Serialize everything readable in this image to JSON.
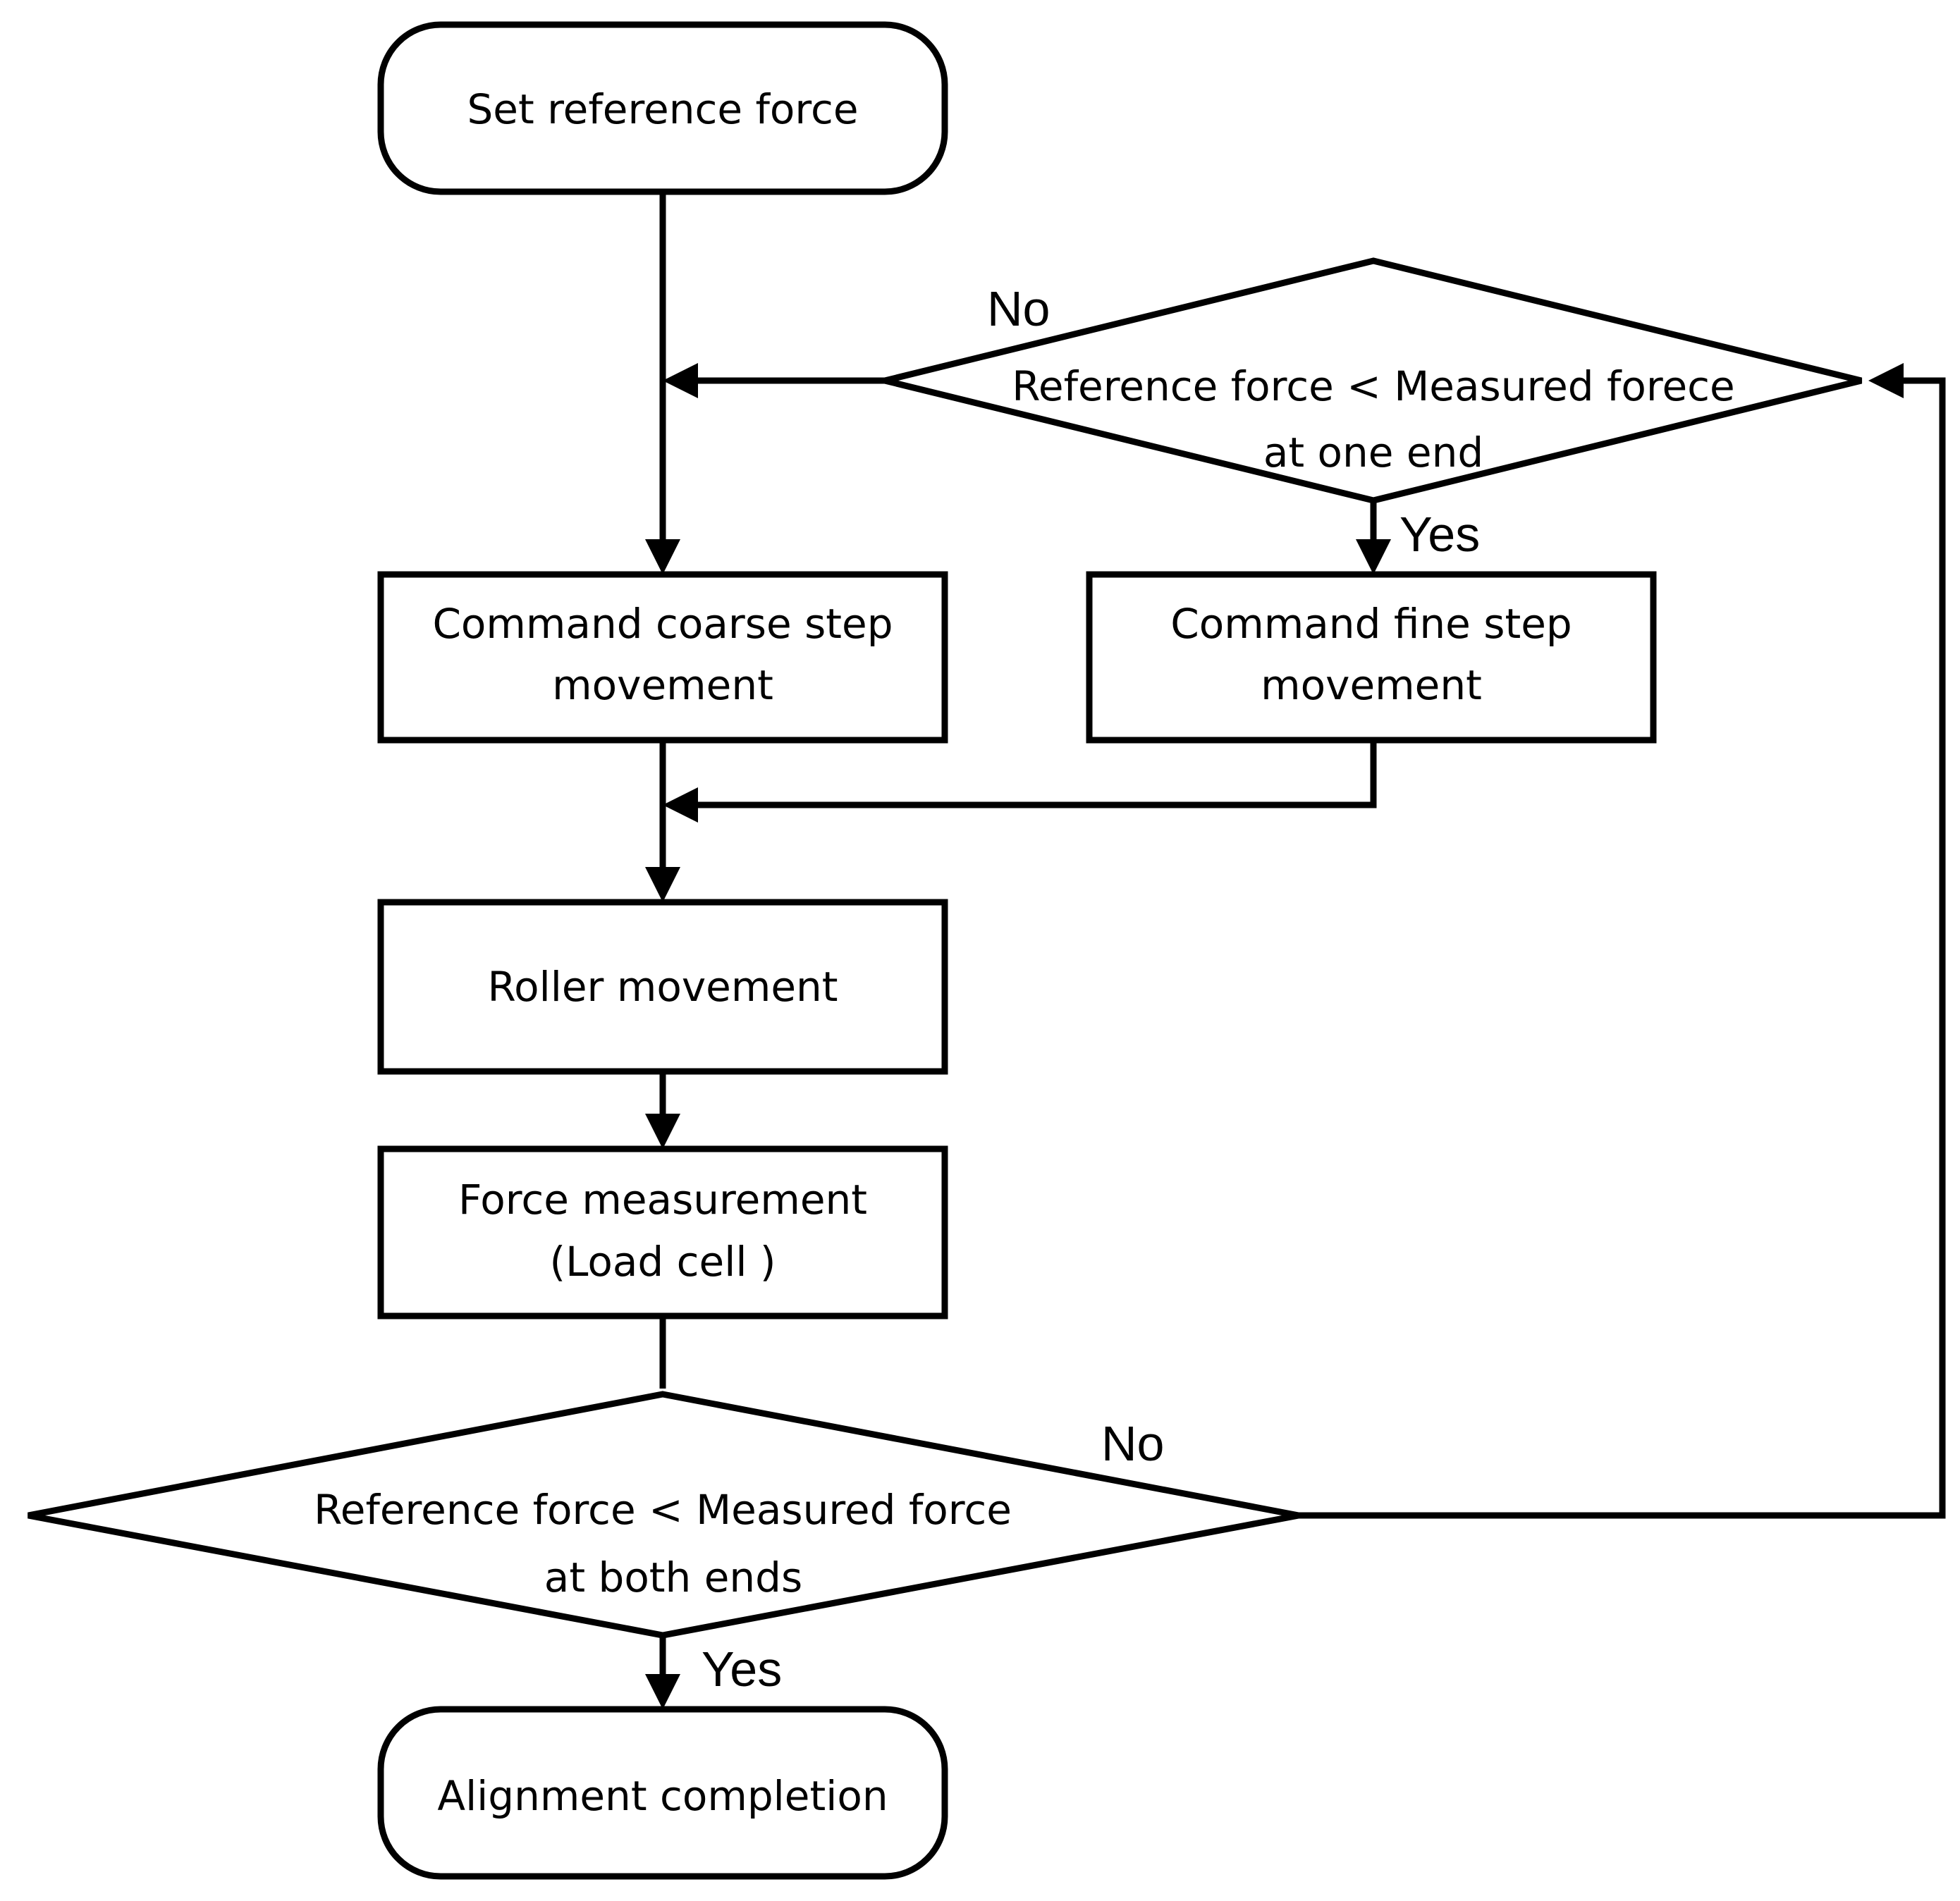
{
  "nodes": {
    "start": {
      "label": "Set reference force"
    },
    "decision_one_end": {
      "line1": "Reference force < Measured forece",
      "line2": "at one end"
    },
    "coarse": {
      "line1": "Command coarse step",
      "line2": "movement"
    },
    "fine": {
      "line1": "Command fine step",
      "line2": "movement"
    },
    "roller": {
      "label": "Roller movement"
    },
    "measure": {
      "line1": "Force measurement",
      "line2": "(Load cell )"
    },
    "decision_both_ends": {
      "line1": "Reference force < Measured force",
      "line2": "at both ends"
    },
    "end": {
      "label": "Alignment completion"
    }
  },
  "edges": {
    "one_end_no": "No",
    "one_end_yes": "Yes",
    "both_ends_no": "No",
    "both_ends_yes": "Yes"
  }
}
